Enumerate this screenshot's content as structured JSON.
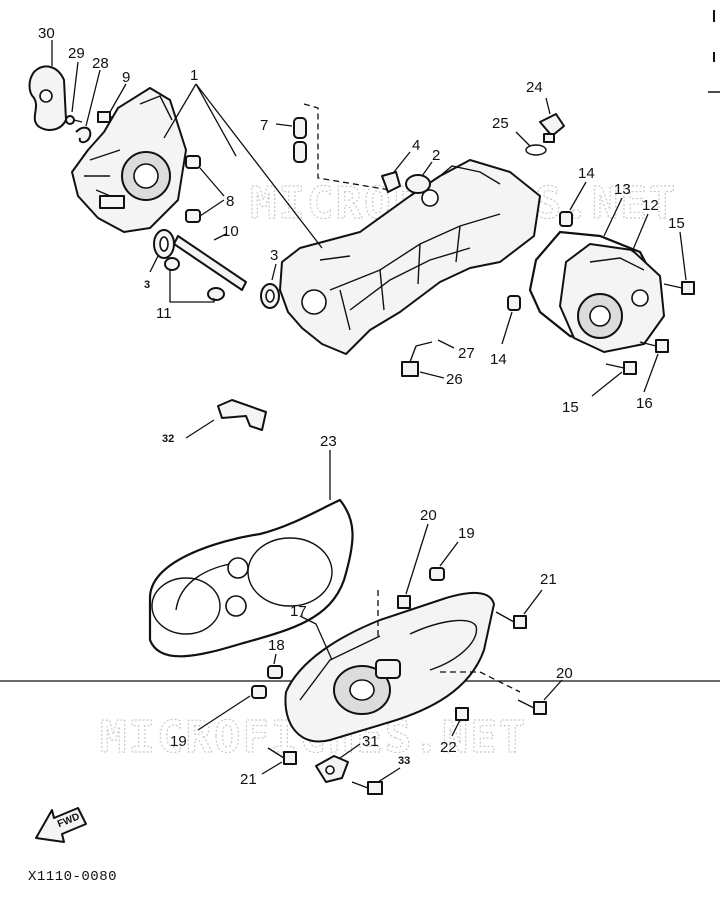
{
  "diagram": {
    "labels": {
      "l1": "1",
      "l2": "2",
      "l3a": "3",
      "l3b": "3",
      "l4": "4",
      "l7": "7",
      "l8": "8",
      "l9": "9",
      "l10": "10",
      "l11": "11",
      "l12": "12",
      "l13": "13",
      "l14a": "14",
      "l14b": "14",
      "l15a": "15",
      "l15b": "15",
      "l16": "16",
      "l17": "17",
      "l18": "18",
      "l19a": "19",
      "l19b": "19",
      "l20a": "20",
      "l20b": "20",
      "l21a": "21",
      "l21b": "21",
      "l22": "22",
      "l23": "23",
      "l24": "24",
      "l25": "25",
      "l26": "26",
      "l27": "27",
      "l28": "28",
      "l29": "29",
      "l30": "30",
      "l31": "31",
      "l32": "32",
      "l33": "33"
    },
    "watermark_top": "MICROFICHES.NET",
    "watermark_bottom": "MICROFICHES.NET",
    "fwd_label": "FWD",
    "figure_code": "X1110-0080"
  }
}
